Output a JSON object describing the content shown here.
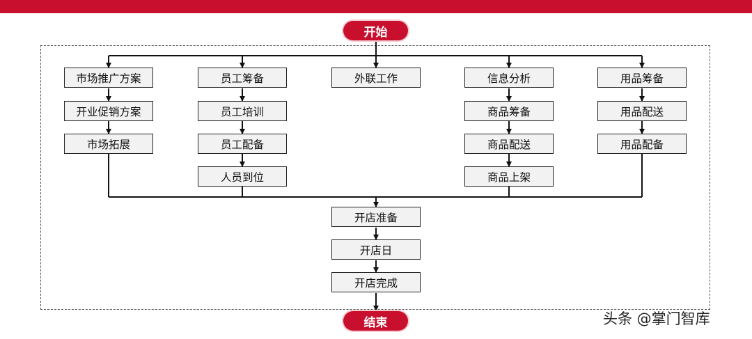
{
  "header": {
    "accent_color": "#c8102e"
  },
  "flow": {
    "start": "开始",
    "end": "结束",
    "columns": [
      {
        "steps": [
          "市场推广方案",
          "开业促销方案",
          "市场拓展"
        ]
      },
      {
        "steps": [
          "员工筹备",
          "员工培训",
          "员工配备",
          "人员到位"
        ]
      },
      {
        "steps": [
          "外联工作"
        ]
      },
      {
        "steps": [
          "信息分析",
          "商品筹备",
          "商品配送",
          "商品上架"
        ]
      },
      {
        "steps": [
          "用品筹备",
          "用品配送",
          "用品配备"
        ]
      }
    ],
    "final_steps": [
      "开店准备",
      "开店日",
      "开店完成"
    ]
  },
  "watermark": "头条 @掌门智库"
}
